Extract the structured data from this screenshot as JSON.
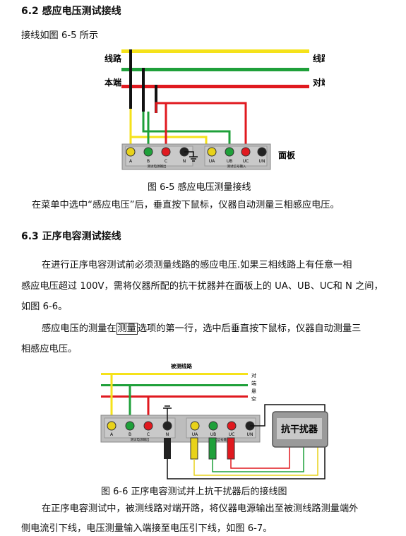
{
  "section_62": {
    "heading": "6.2 感应电压测试接线",
    "intro": "接线如图 6-5 所示",
    "fig": {
      "line_left": "线路",
      "line_right": "线路",
      "local_left": "本端",
      "local_right": "对端",
      "panel_label": "面板",
      "terms_left": [
        "A",
        "B",
        "C",
        "N"
      ],
      "terms_right": [
        "UA",
        "UB",
        "UC",
        "UN"
      ],
      "left_caption": "测试电源输出",
      "right_caption": "测试信号输入"
    },
    "caption": "图 6-5 感应电压测量接线",
    "body": "在菜单中选中“感应电压”后，垂直按下鼠标，仪器自动测量三相感应电压。"
  },
  "section_63": {
    "heading": "6.3 正序电容测试接线",
    "p1_line1": "在进行正序电容测试前必须测量线路的感应电压.如果三相线路上有任意一相",
    "p1_line2": "感应电压超过 100V，需将仪器所配的抗干扰器并在面板上的 UA、UB、UC和 N 之间，",
    "p1_line3": "如图 6-6。",
    "p2_pre": "感应电压的测量在",
    "p2_box": "测量",
    "p2_post": "选项的第一行，选中后垂直按下鼠标，仪器自动测量三",
    "p2_line2": "相感应电压。",
    "fig": {
      "top_label": "被测线路",
      "side1": "对",
      "side2": "端",
      "side3": "悬",
      "side4": "空",
      "device_label": "抗干扰器",
      "terms_left": [
        "A",
        "B",
        "C",
        "N"
      ],
      "terms_right": [
        "UA",
        "UB",
        "UC",
        "UN"
      ],
      "left_caption": "测试电源输出",
      "right_caption": "测试信号输入"
    },
    "caption": "图 6-6 正序电容测试并上抗干扰器后的接线图",
    "p3_line1": "在正序电容测试中，被测线路对端开路，将仪器电源输出至被测线路测量端外",
    "p3_line2": "侧电流引下线，电压测量输入端接至电压引下线，如图 6-7。"
  }
}
